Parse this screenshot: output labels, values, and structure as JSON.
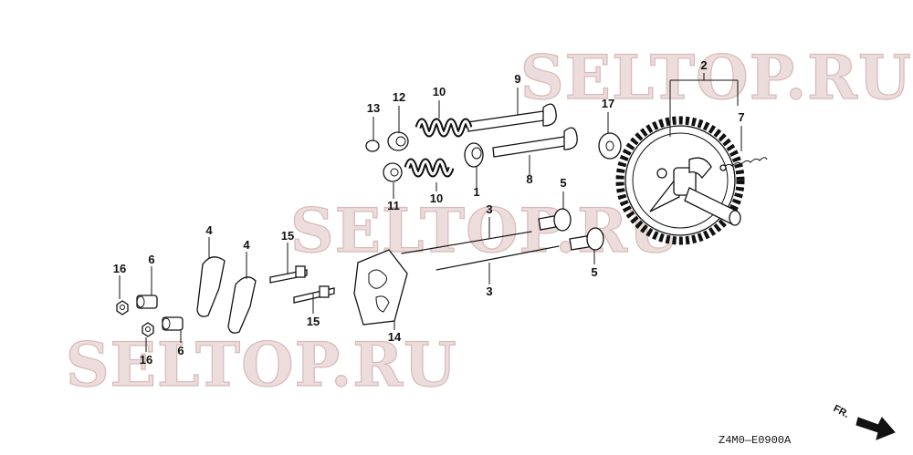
{
  "watermark": "SELTOP.RU",
  "diagram_code": "Z4M0—E0900A",
  "direction_label": "FR.",
  "callouts": {
    "c1": "1",
    "c2": "2",
    "c3a": "3",
    "c3b": "3",
    "c4a": "4",
    "c4b": "4",
    "c5a": "5",
    "c5b": "5",
    "c6a": "6",
    "c6b": "6",
    "c7": "7",
    "c8": "8",
    "c9": "9",
    "c10a": "10",
    "c10b": "10",
    "c11": "11",
    "c12": "12",
    "c13": "13",
    "c14": "14",
    "c15a": "15",
    "c15b": "15",
    "c16a": "16",
    "c16b": "16",
    "c17": "17"
  }
}
